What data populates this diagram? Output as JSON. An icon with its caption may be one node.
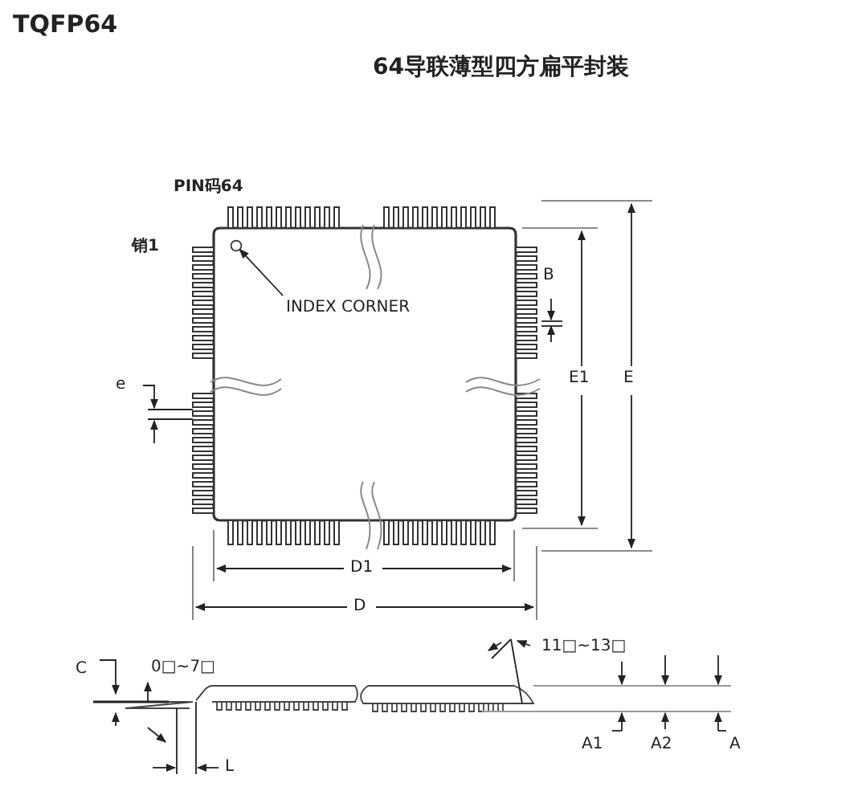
{
  "diagram": {
    "title": "TQFP64",
    "nodes": [
      {
        "text": [
          "INDEX CORNER"
        ]
      },
      {
        "text": [],
        "shape": "circle"
      }
    ],
    "edges": [
      {
        "from": 0,
        "to": 1,
        "arrow": "to"
      }
    ],
    "labels": [
      "64导联薄型四方扁平封装",
      "PIN码64",
      "销1",
      "B",
      "e",
      "E1",
      "E",
      "D1",
      "D",
      "C",
      "0□~7□",
      "11□~13□",
      "L",
      "A1",
      "A2",
      "A"
    ]
  }
}
